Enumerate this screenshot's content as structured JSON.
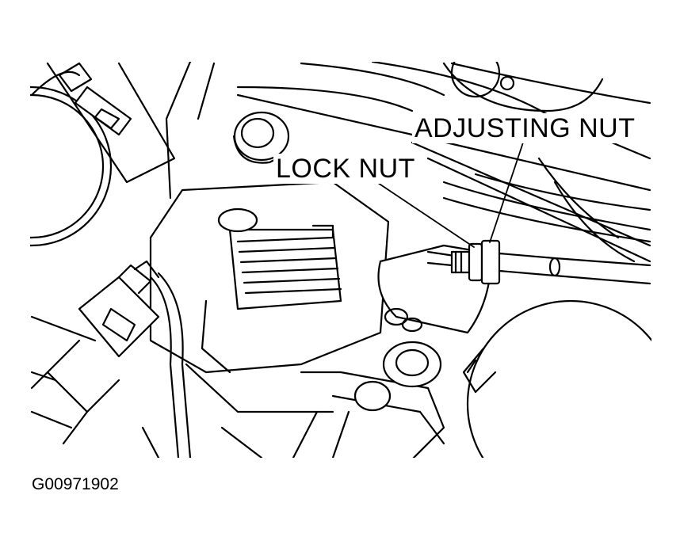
{
  "diagram": {
    "callouts": {
      "adjusting_nut": "ADJUSTING NUT",
      "lock_nut": "LOCK NUT"
    },
    "figure_id": "G00971902",
    "colors": {
      "ink": "#000000",
      "paper": "#ffffff"
    }
  }
}
